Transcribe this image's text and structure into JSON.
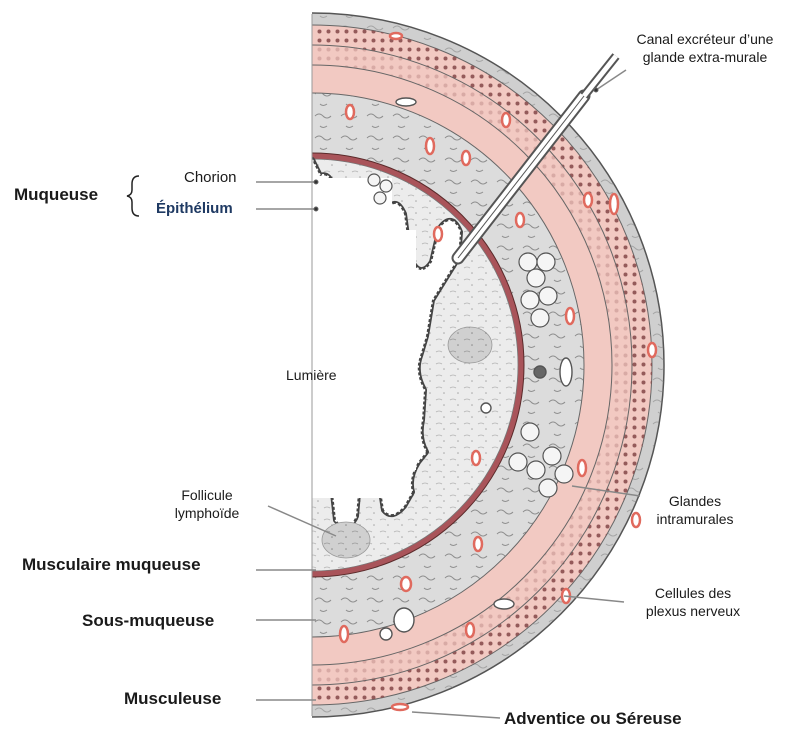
{
  "labels": {
    "muqueuse": "Muqueuse",
    "chorion": "Chorion",
    "epithelium": "Épithélium",
    "lumiere": "Lumière",
    "canal_line1": "Canal excréteur d’une",
    "canal_line2": "glande extra-murale",
    "follicule_line1": "Follicule",
    "follicule_line2": "lymphoïde",
    "glandes_line1": "Glandes",
    "glandes_line2": "intramurales",
    "musculaire_muqueuse": "Musculaire muqueuse",
    "sous_muqueuse": "Sous-muqueuse",
    "cellules_line1": "Cellules des",
    "cellules_line2": "plexus nerveux",
    "musculeuse": "Musculeuse",
    "adventice": "Adventice ou Séreuse"
  },
  "colors": {
    "text": "#1a1a1a",
    "epithelium_label": "#1f3a63",
    "layer_pink": "#f2c9c2",
    "layer_grey": "#dcdcdc",
    "mucosa_light": "#ededed",
    "muscle_band": "#a9545a",
    "vessel_red": "#e06a5e"
  }
}
